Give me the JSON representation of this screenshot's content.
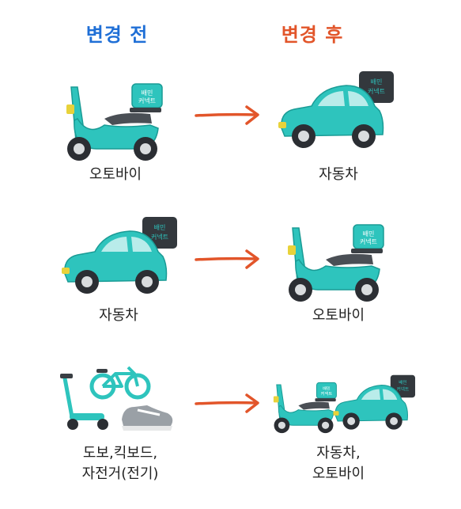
{
  "header": {
    "before": "변경 전",
    "after": "변경 후"
  },
  "box_text": "배민\n커넥트",
  "rows": [
    {
      "before": "오토바이",
      "after": "자동차"
    },
    {
      "before": "자동차",
      "after": "오토바이"
    },
    {
      "before": "도보,킥보드,\n자전거(전기)",
      "after": "자동차,\n오토바이"
    }
  ],
  "colors": {
    "teal": "#2ec4bd",
    "before_header": "#1f6fd6",
    "after_header": "#e2552a",
    "arrow": "#e2552a"
  }
}
